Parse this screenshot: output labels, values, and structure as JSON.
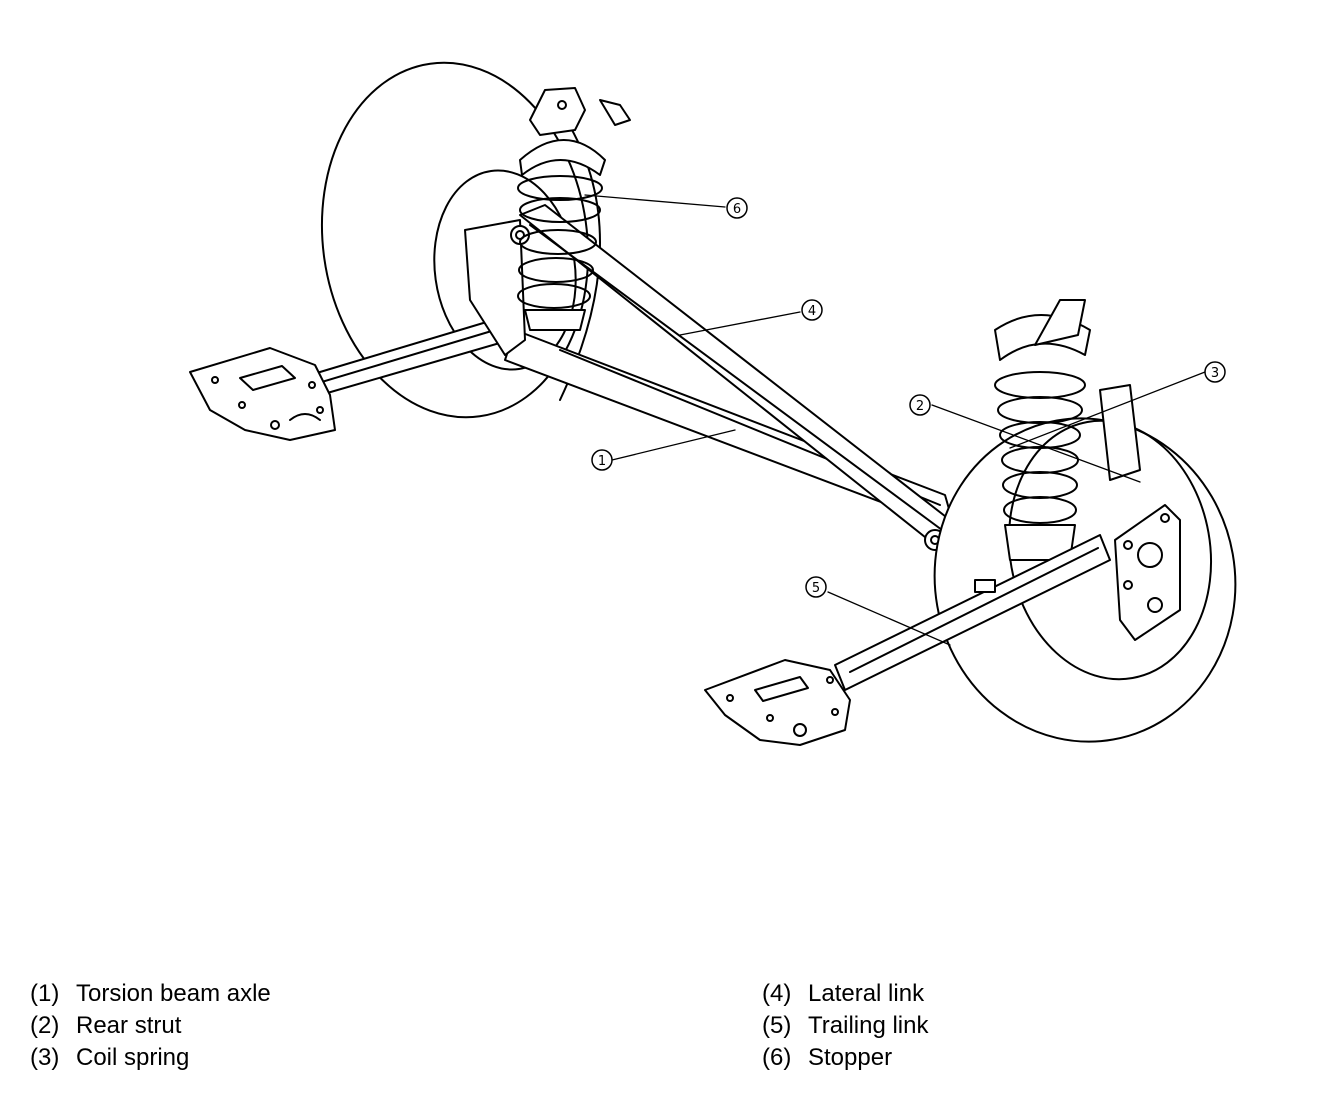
{
  "callouts": [
    {
      "num": "1"
    },
    {
      "num": "2"
    },
    {
      "num": "3"
    },
    {
      "num": "4"
    },
    {
      "num": "5"
    },
    {
      "num": "6"
    }
  ],
  "legend": [
    {
      "num": "(1)",
      "label": "Torsion beam axle"
    },
    {
      "num": "(2)",
      "label": "Rear strut"
    },
    {
      "num": "(3)",
      "label": "Coil spring"
    },
    {
      "num": "(4)",
      "label": "Lateral link"
    },
    {
      "num": "(5)",
      "label": "Trailing link"
    },
    {
      "num": "(6)",
      "label": "Stopper"
    }
  ]
}
